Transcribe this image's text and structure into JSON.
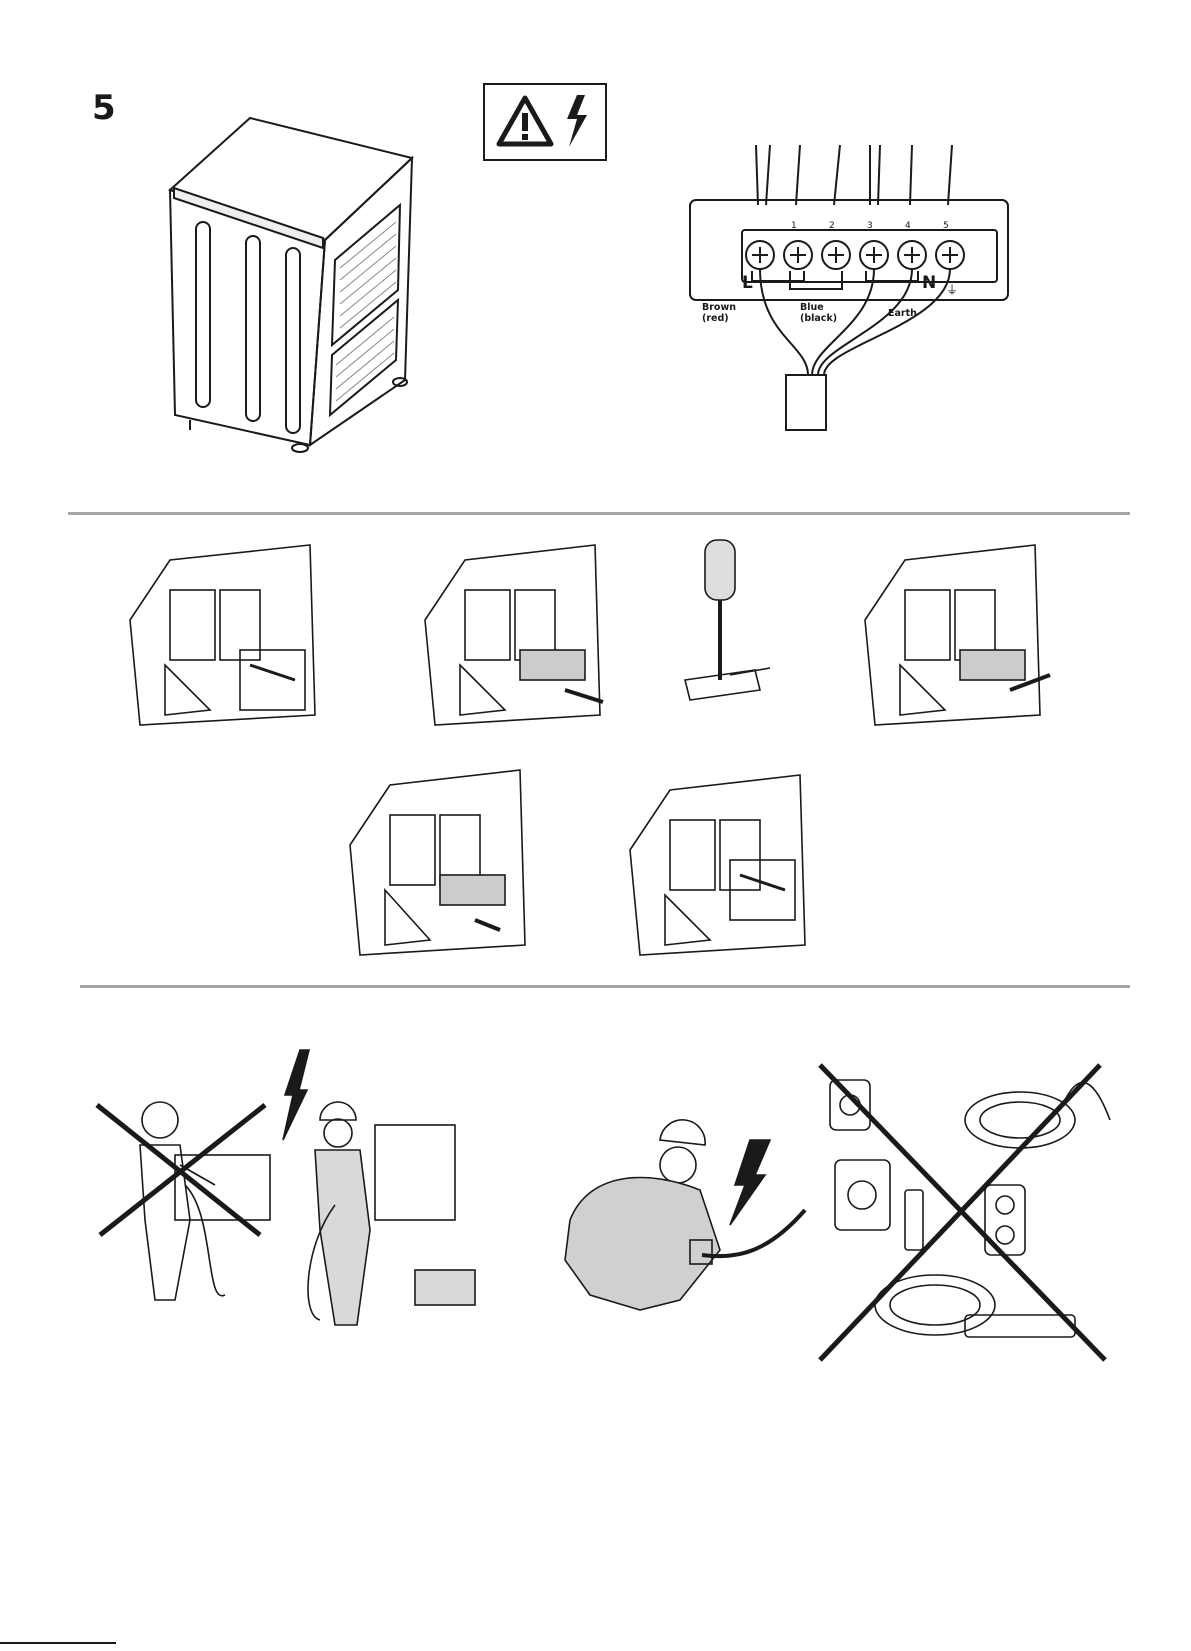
{
  "step": {
    "number": "5"
  },
  "wiring": {
    "terminals": [
      "1",
      "2",
      "3",
      "4",
      "5"
    ],
    "line_label": "L",
    "neutral_label": "N",
    "wires": {
      "brown": "Brown\n(red)",
      "blue": "Blue\n(black)",
      "earth": "Earth"
    }
  },
  "icons": {
    "warning": "warning-triangle-icon",
    "lightning": "lightning-bolt-icon"
  },
  "colors": {
    "line": "#1a1a1a",
    "rule": "#a6a6a6",
    "grey_fill": "#cfcfcf"
  }
}
